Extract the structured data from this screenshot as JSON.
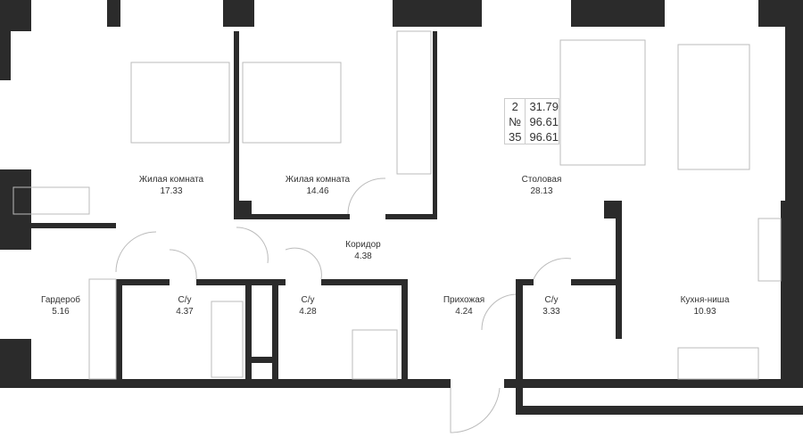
{
  "rooms": [
    {
      "name": "Жилая комната",
      "area": "17.33"
    },
    {
      "name": "Жилая комната",
      "area": "14.46"
    },
    {
      "name": "Столовая",
      "area": "28.13"
    },
    {
      "name": "Коридор",
      "area": "4.38"
    },
    {
      "name": "Гардероб",
      "area": "5.16"
    },
    {
      "name": "С/у",
      "area": "4.37"
    },
    {
      "name": "С/у",
      "area": "4.28"
    },
    {
      "name": "Прихожая",
      "area": "4.24"
    },
    {
      "name": "С/у",
      "area": "3.33"
    },
    {
      "name": "Кухня-ниша",
      "area": "10.93"
    }
  ],
  "info": {
    "rooms": "2",
    "no_label": "№",
    "floor": "35",
    "area_living": "31.79",
    "area_total": "96.61",
    "area_total2": "96.61"
  },
  "colors": {
    "wall": "#2b2b2b",
    "line": "#bbbbbb"
  }
}
